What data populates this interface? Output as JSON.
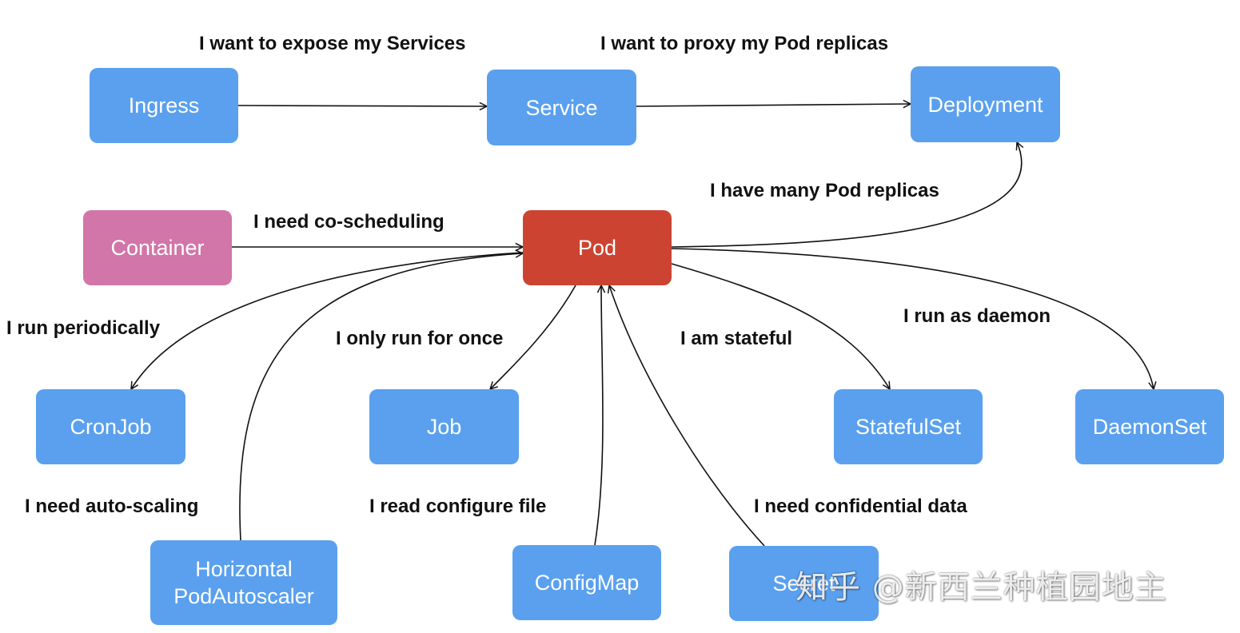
{
  "colors": {
    "node_default": "#5aa0ee",
    "node_pod": "#cc4431",
    "node_container": "#d275a8",
    "edge": "#111111",
    "label_text": "#111111"
  },
  "nodes": [
    {
      "id": "ingress",
      "label": "Ingress",
      "style": "default"
    },
    {
      "id": "service",
      "label": "Service",
      "style": "default"
    },
    {
      "id": "deployment",
      "label": "Deployment",
      "style": "default"
    },
    {
      "id": "container",
      "label": "Container",
      "style": "container"
    },
    {
      "id": "pod",
      "label": "Pod",
      "style": "pod"
    },
    {
      "id": "cronjob",
      "label": "CronJob",
      "style": "default"
    },
    {
      "id": "job",
      "label": "Job",
      "style": "default"
    },
    {
      "id": "statefulset",
      "label": "StatefulSet",
      "style": "default"
    },
    {
      "id": "daemonset",
      "label": "DaemonSet",
      "style": "default"
    },
    {
      "id": "hpa",
      "label": "Horizontal\nPodAutoscaler",
      "style": "default"
    },
    {
      "id": "configmap",
      "label": "ConfigMap",
      "style": "default"
    },
    {
      "id": "secret",
      "label": "Secret",
      "style": "default"
    }
  ],
  "edges": [
    {
      "id": "ingress-service",
      "from": "ingress",
      "to": "service",
      "label": "I want to expose my Services"
    },
    {
      "id": "service-deployment",
      "from": "service",
      "to": "deployment",
      "label": "I want to proxy my Pod replicas"
    },
    {
      "id": "pod-deployment",
      "from": "pod",
      "to": "deployment",
      "label": "I have many Pod replicas"
    },
    {
      "id": "container-pod",
      "from": "container",
      "to": "pod",
      "label": "I need co-scheduling"
    },
    {
      "id": "pod-cronjob",
      "from": "pod",
      "to": "cronjob",
      "label": "I run periodically"
    },
    {
      "id": "pod-job",
      "from": "pod",
      "to": "job",
      "label": "I only run for once"
    },
    {
      "id": "pod-statefulset",
      "from": "pod",
      "to": "statefulset",
      "label": "I am stateful"
    },
    {
      "id": "pod-daemonset",
      "from": "pod",
      "to": "daemonset",
      "label": "I run as daemon"
    },
    {
      "id": "hpa-pod",
      "from": "hpa",
      "to": "pod",
      "label": "I need auto-scaling"
    },
    {
      "id": "configmap-pod",
      "from": "configmap",
      "to": "pod",
      "label": "I read configure file"
    },
    {
      "id": "secret-pod",
      "from": "secret",
      "to": "pod",
      "label": "I need confidential data"
    }
  ],
  "watermark": "知乎 @新西兰种植园地主"
}
